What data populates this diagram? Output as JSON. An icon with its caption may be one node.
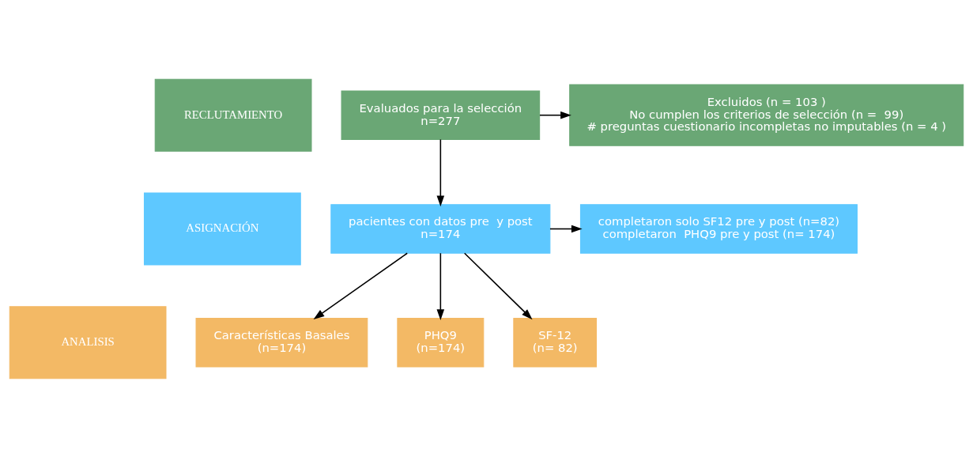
{
  "diagram": {
    "nodes": [
      {
        "text": [
          "RECLUTAMIENTO"
        ]
      },
      {
        "text": [
          "ASIGNACIÓN"
        ]
      },
      {
        "text": [
          "ANALISIS"
        ]
      },
      {
        "text": [
          "Evaluados para la selección",
          "n=277"
        ]
      },
      {
        "text": [
          "Excluidos (n = 103 )",
          "No cumplen los criterios de selección (n =  99)",
          "# preguntas cuestionario incompletas no imputables (n = 4 )"
        ]
      },
      {
        "text": [
          "pacientes con datos pre  y post",
          "n=174"
        ]
      },
      {
        "text": [
          "completaron solo SF12 pre y post (n=82)",
          "completaron  PHQ9 pre y post (n= 174)"
        ]
      },
      {
        "text": [
          "Características Basales",
          "(n=174)"
        ]
      },
      {
        "text": [
          "PHQ9",
          "(n=174)"
        ]
      },
      {
        "text": [
          "SF-12",
          "(n= 82)"
        ]
      }
    ],
    "edges": [
      {
        "from": 3,
        "to": 4,
        "arrow": "to"
      },
      {
        "from": 3,
        "to": 5,
        "arrow": "to"
      },
      {
        "from": 5,
        "to": 6,
        "arrow": "to"
      },
      {
        "from": 5,
        "to": 7,
        "arrow": "to"
      },
      {
        "from": 5,
        "to": 8,
        "arrow": "to"
      },
      {
        "from": 5,
        "to": 9,
        "arrow": "to"
      }
    ]
  }
}
